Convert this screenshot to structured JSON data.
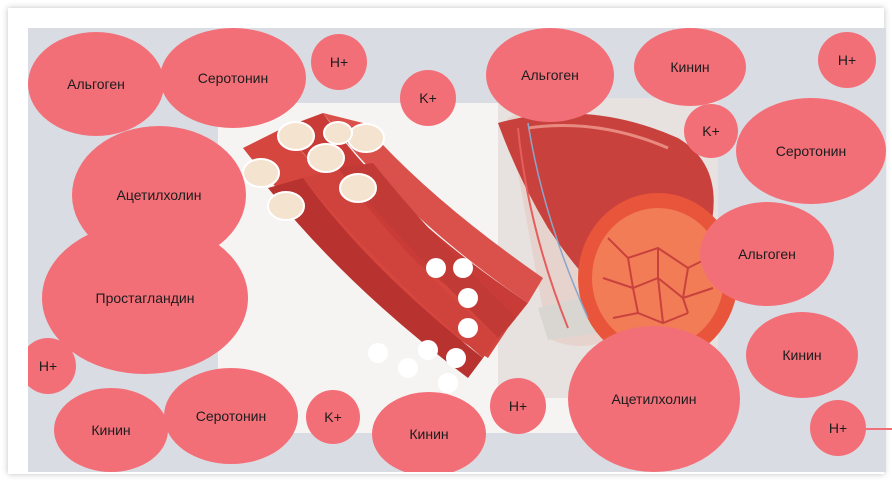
{
  "colors": {
    "bubble": "#f36f78",
    "muscle": "#d9453f",
    "background": "#d9dde3"
  },
  "bubbles": [
    {
      "label": "Альгоген"
    },
    {
      "label": "Серотонин"
    },
    {
      "label": "H+"
    },
    {
      "label": "K+"
    },
    {
      "label": "Альгоген"
    },
    {
      "label": "Кинин"
    },
    {
      "label": "H+"
    },
    {
      "label": "K+"
    },
    {
      "label": "Серотонин"
    },
    {
      "label": "Ацетилхолин"
    },
    {
      "label": "Альгоген"
    },
    {
      "label": "Простагландин"
    },
    {
      "label": "Кинин"
    },
    {
      "label": "H+"
    },
    {
      "label": "Серотонин"
    },
    {
      "label": "K+"
    },
    {
      "label": "Кинин"
    },
    {
      "label": "H+"
    },
    {
      "label": "Ацетилхолин"
    },
    {
      "label": "Кинин"
    },
    {
      "label": "H+"
    }
  ]
}
